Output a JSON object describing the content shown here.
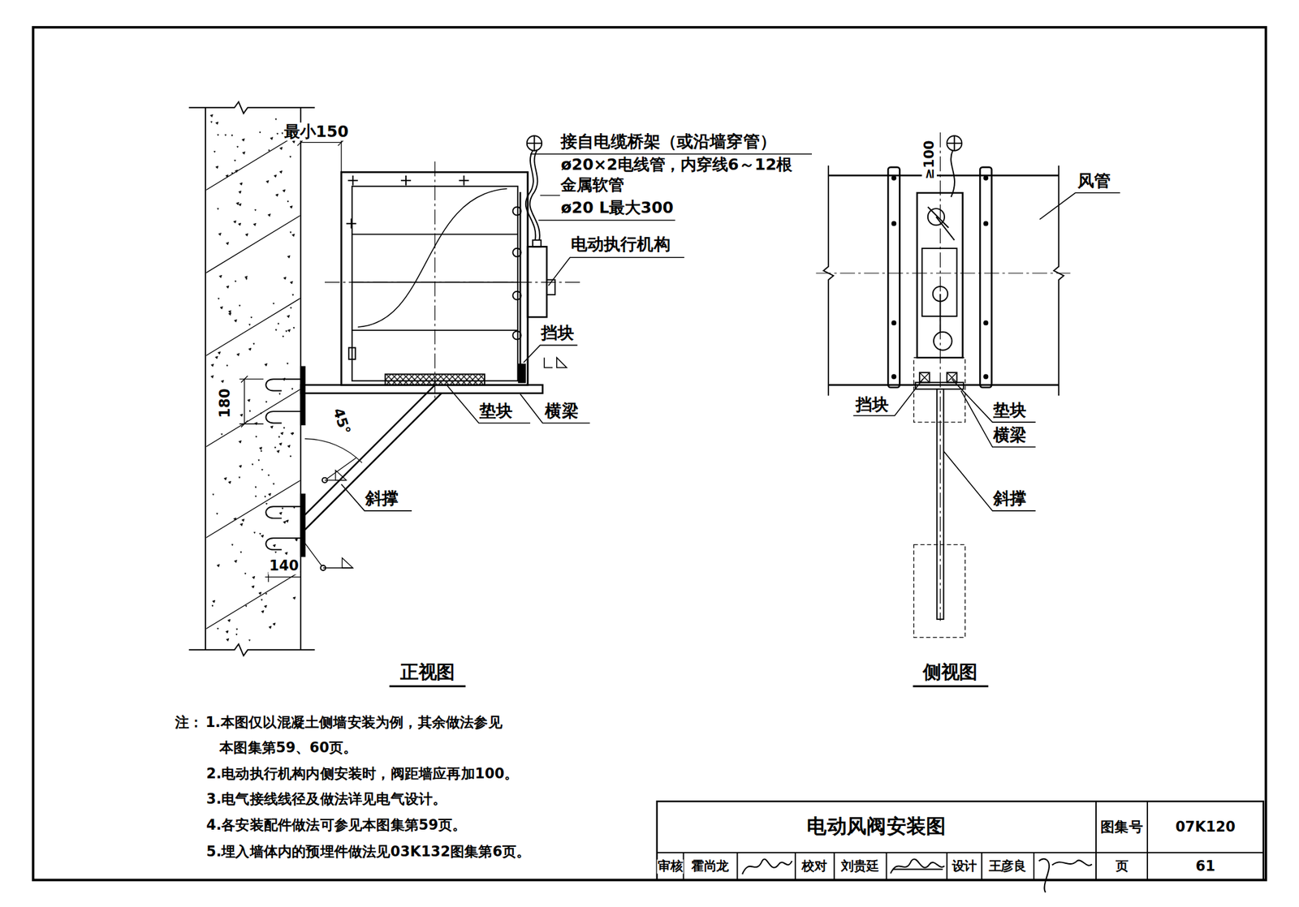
{
  "diagram": {
    "title": "电动风阀安装图",
    "labels": [
      "最小150",
      "接自电缆桥架（或沿墙穿管）",
      "ø20×2电线管，内穿线6～12根",
      "金属软管",
      "ø20 L最大300",
      "电动执行机构",
      "挡块",
      "垫块",
      "横梁",
      "180",
      "45°",
      "斜撑",
      "140",
      "正视图",
      "≥100",
      "风管",
      "挡块",
      "垫块",
      "横梁",
      "斜撑",
      "侧视图",
      "注：",
      "1.本图仅以混凝土侧墙安装为例，其余做法参见 本图集第59、60页。",
      "2.电动执行机构内侧安装时，阀距墙应再加100。",
      "3.电气接线线径及做法详见电气设计。",
      "4.各安装配件做法可参见本图集第59页。",
      "5.埋入墙体内的预埋件做法见03K132图集第6页。",
      "图集号",
      "07K120",
      "审核",
      "霍尚龙",
      "校对",
      "刘贵廷",
      "设计",
      "王彦良",
      "页",
      "61"
    ]
  }
}
